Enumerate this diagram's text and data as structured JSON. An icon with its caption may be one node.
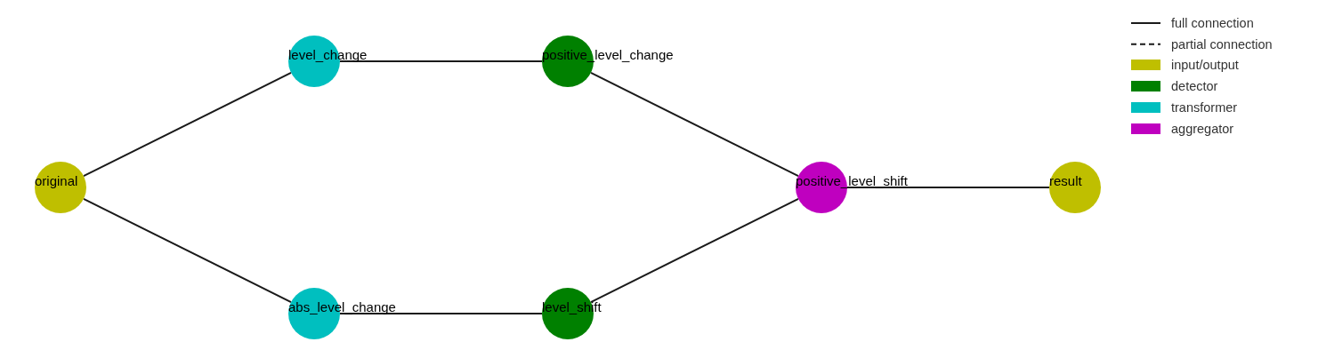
{
  "diagram": {
    "nodes": [
      {
        "text": [
          "original"
        ]
      },
      {
        "text": [
          "level_change"
        ]
      },
      {
        "text": [
          "abs_level_change"
        ]
      },
      {
        "text": [
          "positive_level_change"
        ]
      },
      {
        "text": [
          "level_shift"
        ]
      },
      {
        "text": [
          "positive_level_shift"
        ]
      },
      {
        "text": [
          "result"
        ]
      }
    ],
    "edges": [
      {
        "from": 0,
        "to": 1,
        "arrow": "none"
      },
      {
        "from": 0,
        "to": 2,
        "arrow": "none"
      },
      {
        "from": 1,
        "to": 3,
        "arrow": "none"
      },
      {
        "from": 2,
        "to": 4,
        "arrow": "none"
      },
      {
        "from": 3,
        "to": 5,
        "arrow": "none"
      },
      {
        "from": 4,
        "to": 5,
        "arrow": "none"
      },
      {
        "from": 5,
        "to": 6,
        "arrow": "none"
      }
    ],
    "legend": [
      {
        "text": "full connection"
      },
      {
        "text": "partial connection"
      },
      {
        "text": "input/output",
        "color": "#bfbf00"
      },
      {
        "text": "detector",
        "color": "#008000"
      },
      {
        "text": "transformer",
        "color": "#00bfbf"
      },
      {
        "text": "aggregator",
        "color": "#bf00bf"
      }
    ]
  }
}
